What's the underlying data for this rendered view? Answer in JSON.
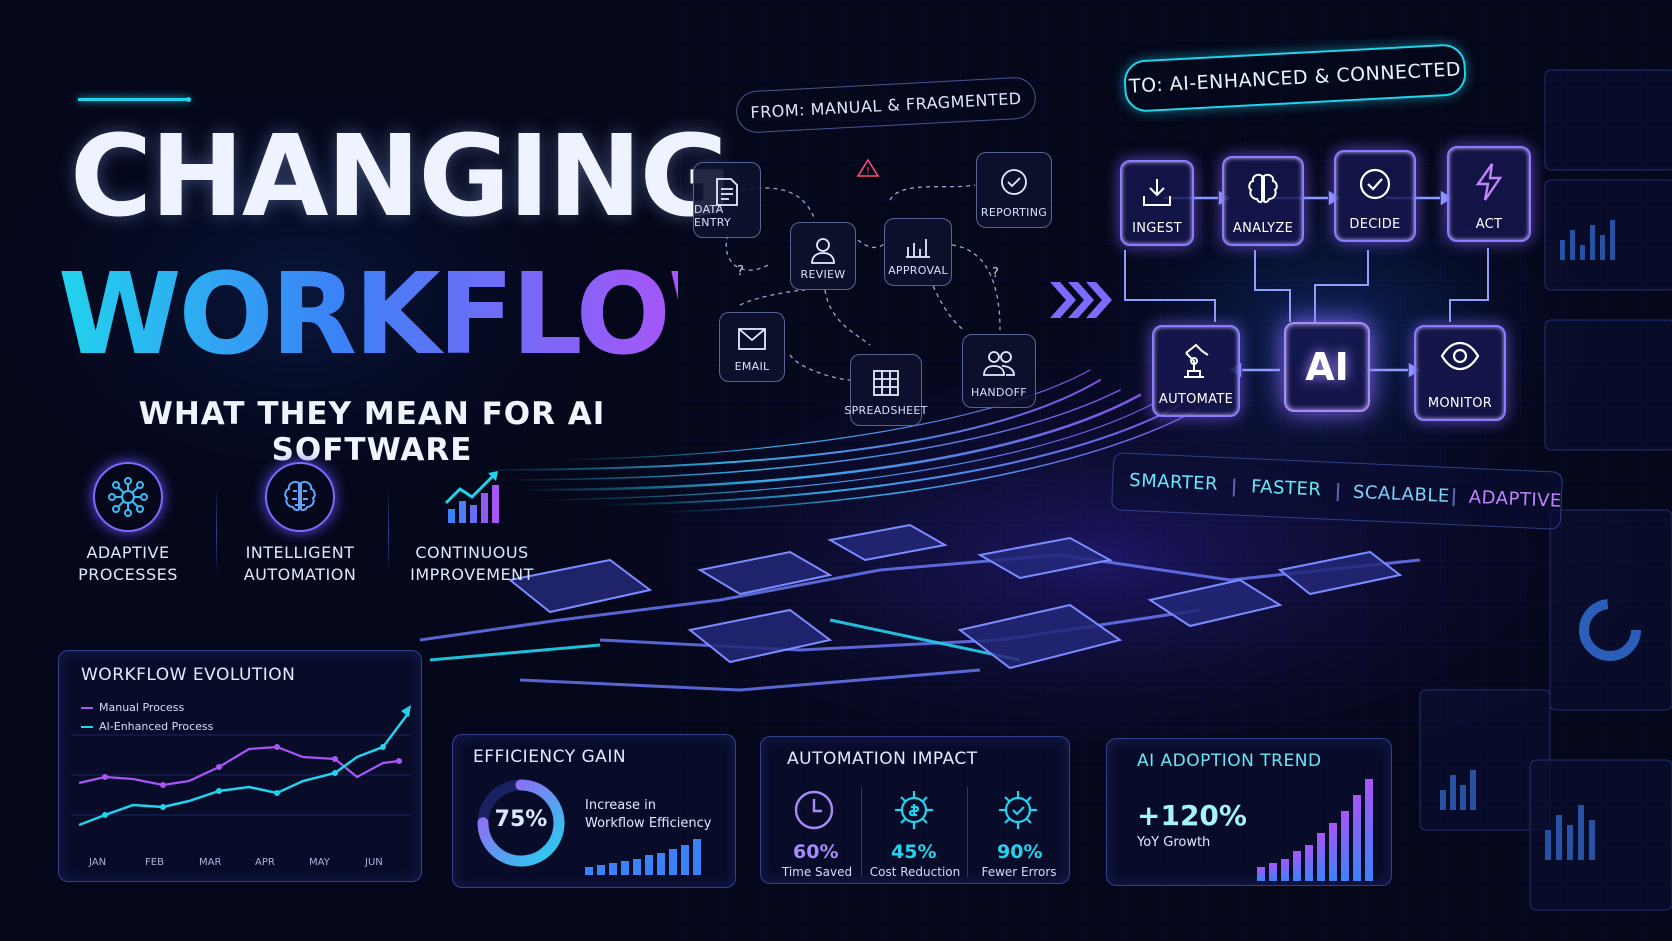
{
  "title": {
    "line1": "CHANGING",
    "line2": "WORKFLOWS",
    "subtitle": "WHAT THEY MEAN FOR AI SOFTWARE"
  },
  "features": [
    {
      "label": "ADAPTIVE\nPROCESSES",
      "icon": "network-hub-icon"
    },
    {
      "label": "INTELLIGENT\nAUTOMATION",
      "icon": "brain-icon"
    },
    {
      "label": "CONTINUOUS\nIMPROVEMENT",
      "icon": "growth-chart-icon"
    }
  ],
  "from_flow": {
    "label": "FROM: MANUAL & FRAGMENTED",
    "nodes": [
      {
        "label": "DATA ENTRY",
        "icon": "document-icon"
      },
      {
        "label": "REVIEW",
        "icon": "user-icon"
      },
      {
        "label": "APPROVAL",
        "icon": "bar-chart-icon"
      },
      {
        "label": "REPORTING",
        "icon": "check-badge-icon"
      },
      {
        "label": "EMAIL",
        "icon": "mail-icon"
      },
      {
        "label": "SPREADSHEET",
        "icon": "grid-icon"
      },
      {
        "label": "HANDOFF",
        "icon": "people-icon"
      }
    ],
    "question_mark": "?"
  },
  "to_flow": {
    "label": "TO: AI-ENHANCED & CONNECTED",
    "nodes": [
      {
        "label": "INGEST",
        "icon": "download-icon"
      },
      {
        "label": "ANALYZE",
        "icon": "brain-icon"
      },
      {
        "label": "DECIDE",
        "icon": "check-circle-icon"
      },
      {
        "label": "ACT",
        "icon": "lightning-icon"
      },
      {
        "label": "AUTOMATE",
        "icon": "robot-arm-icon"
      },
      {
        "label": "MONITOR",
        "icon": "eye-icon"
      }
    ],
    "core": "AI"
  },
  "qualities": [
    "SMARTER",
    "FASTER",
    "SCALABLE",
    "ADAPTIVE"
  ],
  "workflow_evolution": {
    "title": "WORKFLOW EVOLUTION",
    "legend": [
      "Manual Process",
      "AI-Enhanced Process"
    ],
    "months": [
      "JAN",
      "FEB",
      "MAR",
      "APR",
      "MAY",
      "JUN"
    ]
  },
  "efficiency": {
    "title": "EFFICIENCY GAIN",
    "value": "75%",
    "percent": 75,
    "caption": "Increase in\nWorkflow Efficiency"
  },
  "automation_impact": {
    "title": "AUTOMATION IMPACT",
    "stats": [
      {
        "value": "60%",
        "label": "Time Saved",
        "icon": "clock-icon"
      },
      {
        "value": "45%",
        "label": "Cost Reduction",
        "icon": "gear-dollar-icon"
      },
      {
        "value": "90%",
        "label": "Fewer Errors",
        "icon": "gear-check-icon"
      }
    ]
  },
  "adoption": {
    "title": "AI ADOPTION TREND",
    "value": "+120%",
    "caption": "YoY Growth"
  },
  "colors": {
    "background": "#05071a",
    "cyan": "#22d3ee",
    "blue": "#3b82f6",
    "purple": "#a855f7"
  }
}
